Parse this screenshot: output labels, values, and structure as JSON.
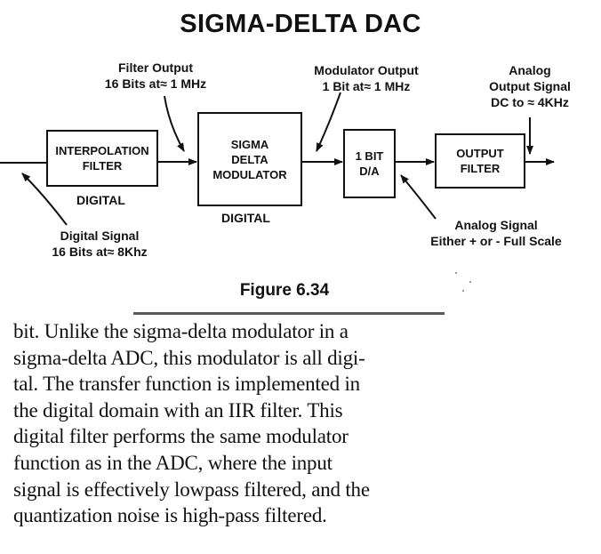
{
  "diagram": {
    "title": "SIGMA-DELTA DAC",
    "blocks": {
      "interpolation": [
        "INTERPOLATION",
        "FILTER"
      ],
      "modulator": [
        "SIGMA",
        "DELTA",
        "MODULATOR"
      ],
      "dac1bit": [
        "1 BIT",
        "D/A"
      ],
      "output_filter": [
        "OUTPUT",
        "FILTER"
      ]
    },
    "labels": {
      "filter_output": [
        "Filter Output",
        "16 Bits at≈ 1 MHz"
      ],
      "modulator_output": [
        "Modulator Output",
        "1 Bit at≈ 1 MHz"
      ],
      "analog_output": [
        "Analog",
        "Output Signal",
        "DC to ≈ 4KHz"
      ],
      "digital_1": "DIGITAL",
      "digital_2": "DIGITAL",
      "digital_signal": [
        "Digital Signal",
        "16 Bits at≈ 8Khz"
      ],
      "analog_signal": [
        "Analog Signal",
        "Either + or - Full Scale"
      ]
    },
    "caption": "Figure 6.34"
  },
  "body_text": [
    "bit.  Unlike the sigma-delta modulator in a",
    "sigma-delta ADC, this modulator is all digi-",
    "tal.  The transfer function is implemented in",
    "the digital domain with an IIR filter.  This",
    "digital filter performs the same modulator",
    "function as in the ADC, where the input",
    "signal is effectively lowpass filtered, and the",
    "quantization noise is high-pass filtered."
  ]
}
